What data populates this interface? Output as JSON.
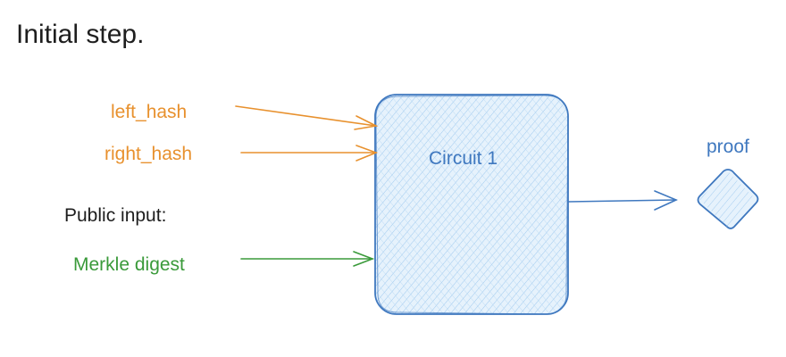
{
  "title": "Initial step.",
  "inputs": {
    "left_hash": "left_hash",
    "right_hash": "right_hash",
    "public_heading": "Public input:",
    "merkle_digest": "Merkle digest"
  },
  "circuit": {
    "label": "Circuit 1"
  },
  "output": {
    "label": "proof"
  },
  "colors": {
    "private_input": "#e8912e",
    "public_input": "#3a9a3a",
    "circuit": "#3f78bf",
    "circuit_fill": "#d9ecfb",
    "text": "#1e1e1e"
  },
  "icons": [
    "arrow-icon",
    "diamond-icon"
  ]
}
